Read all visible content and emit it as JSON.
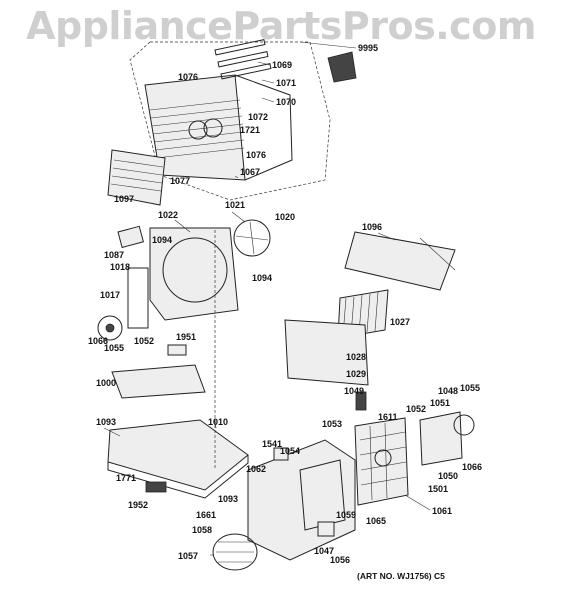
{
  "watermark": "AppliancePartsPros.com",
  "art_number": "(ART NO. WJ1756) C5",
  "labels": [
    "1069",
    "1071",
    "1070",
    "1076",
    "1072",
    "1721",
    "1076",
    "1067",
    "1077",
    "1097",
    "9995",
    "1022",
    "1021",
    "1020",
    "1096",
    "1087",
    "1018",
    "1094",
    "1094",
    "1017",
    "1066",
    "1055",
    "1052",
    "1951",
    "1027",
    "1028",
    "1029",
    "1000",
    "1049",
    "1048",
    "1055",
    "1051",
    "1052",
    "1093",
    "1010",
    "1053",
    "1611",
    "1541",
    "1054",
    "1062",
    "1050",
    "1066",
    "1501",
    "1771",
    "1093",
    "1952",
    "1661",
    "1059",
    "1065",
    "1061",
    "1058",
    "1047",
    "1056",
    "1057"
  ]
}
